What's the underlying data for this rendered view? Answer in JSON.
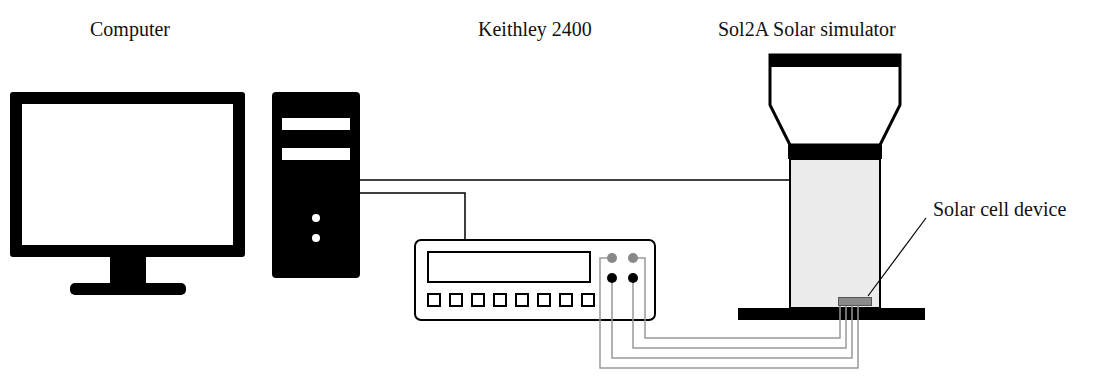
{
  "diagram": {
    "nodes": [
      {
        "text": [
          "Computer"
        ]
      },
      {
        "text": [
          "Keithley 2400"
        ]
      },
      {
        "text": [
          "Sol2A Solar simulator"
        ]
      },
      {
        "text": [
          "Solar cell device"
        ]
      }
    ],
    "edges": [
      {
        "from": 0,
        "to": 1,
        "arrow": "none"
      },
      {
        "from": 0,
        "to": 2,
        "arrow": "none"
      },
      {
        "from": 1,
        "to": 3,
        "arrow": "none"
      },
      {
        "from": 1,
        "to": 3,
        "arrow": "none"
      },
      {
        "from": 1,
        "to": 3,
        "arrow": "none"
      },
      {
        "from": 1,
        "to": 3,
        "arrow": "none"
      }
    ]
  }
}
